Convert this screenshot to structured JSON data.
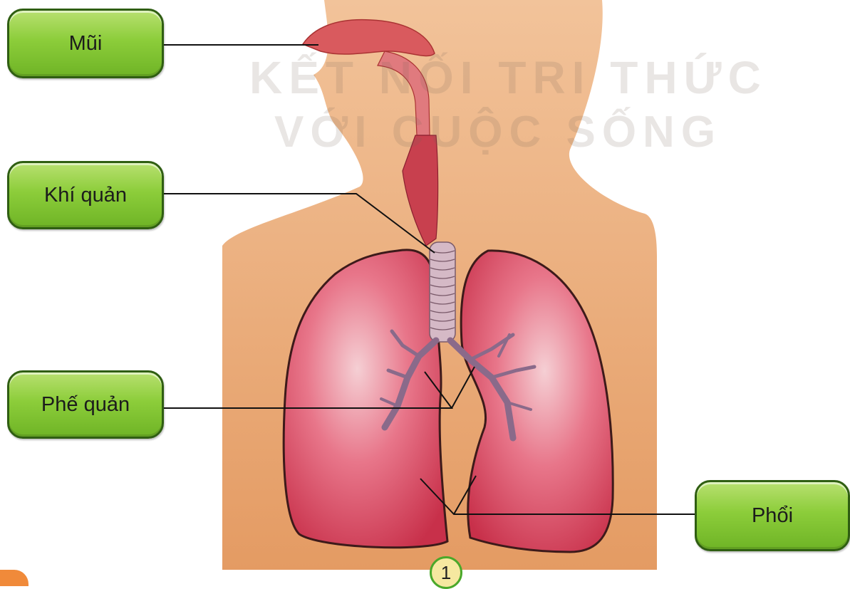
{
  "labels": {
    "nose": "Mũi",
    "trachea": "Khí quản",
    "bronchi": "Phế quản",
    "lungs": "Phổi"
  },
  "watermark": {
    "line1": "KẾT NỐI TRI THỨC",
    "line2": "VỚI CUỘC SỐNG"
  },
  "page_badge": "1",
  "colors": {
    "label_fill": "#8ccd3a",
    "label_border": "#2f5e12",
    "skin": "#e8a670",
    "lung": "#d9475e",
    "trachea": "#c9a7b8",
    "badge_ring": "#4aa82a",
    "badge_fill": "#f6e8a0"
  }
}
